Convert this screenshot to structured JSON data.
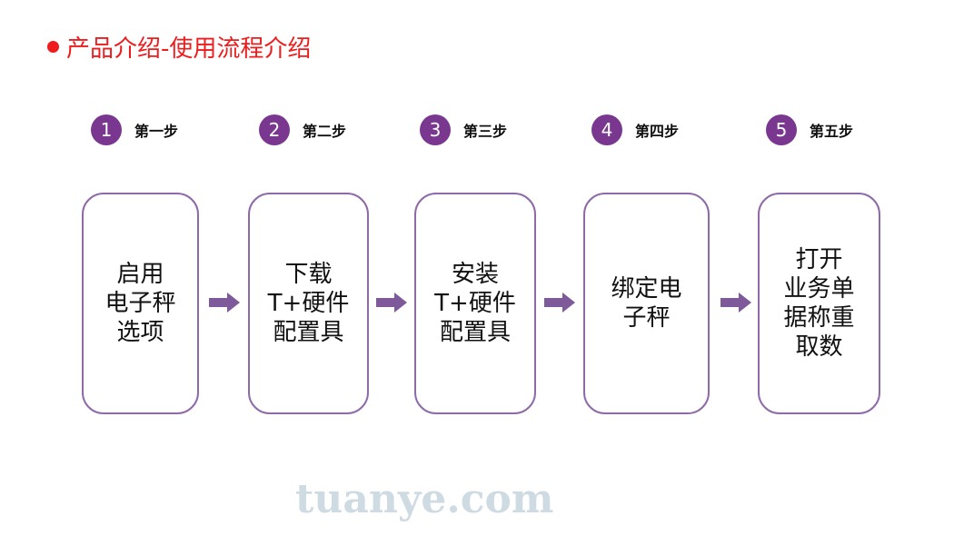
{
  "title": {
    "text": "产品介绍-使用流程介绍",
    "color": "#ee1c1c"
  },
  "accent_color": "#7a3790",
  "box_border_color": "#8e6aa9",
  "arrow_color": "#7e5a9b",
  "steps": [
    {
      "number": "1",
      "label": "第一步",
      "lines": [
        "启用",
        "电子秤",
        "选项"
      ]
    },
    {
      "number": "2",
      "label": "第二步",
      "lines": [
        "下载",
        "T+硬件",
        "配置具"
      ]
    },
    {
      "number": "3",
      "label": "第三步",
      "lines": [
        "安装",
        "T+硬件",
        "配置具"
      ]
    },
    {
      "number": "4",
      "label": "第四步",
      "lines": [
        "绑定电",
        "子秤"
      ]
    },
    {
      "number": "5",
      "label": "第五步",
      "lines": [
        "打开",
        "业务单",
        "据称重",
        "取数"
      ]
    }
  ],
  "watermark": "tuanye.com"
}
